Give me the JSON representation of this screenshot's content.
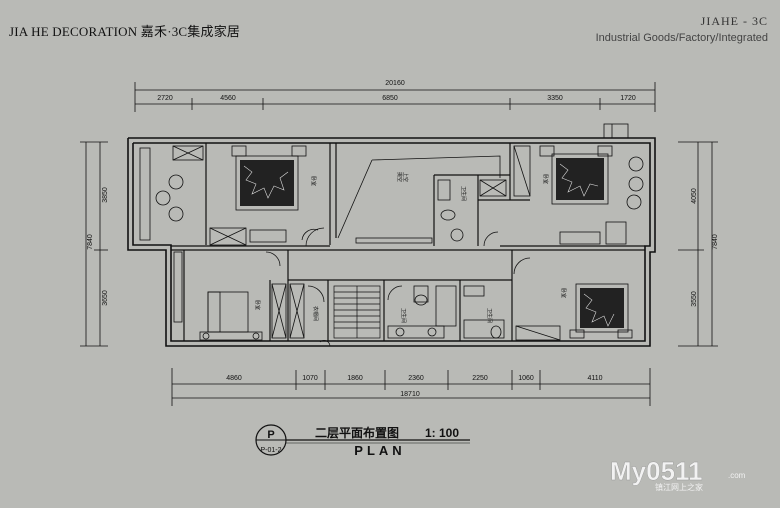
{
  "brand": {
    "company": "JIA HE DECORATION 嘉禾·3C集成家居",
    "short": "JIAHE - 3C",
    "tagline": "Industrial Goods/Factory/Integrated"
  },
  "dimensions": {
    "top_total": "20160",
    "top_segments": [
      "2720",
      "4560",
      "6850",
      "3350",
      "1720"
    ],
    "bottom_total": "18710",
    "bottom_segments": [
      "4860",
      "1070",
      "1860",
      "2360",
      "2250",
      "1060",
      "4110"
    ],
    "left_total": "7840",
    "left_segments": [
      "3850",
      "3650"
    ],
    "right_total": "7840",
    "right_segments": [
      "4050",
      "3550"
    ]
  },
  "rooms": {
    "r_top_bed1": "卧室",
    "r_top_bed2": "卧室",
    "r_bath_top": "卫生间",
    "r_bot_bed_left": "卧室",
    "r_closet": "衣帽间",
    "r_bath_bot": "卫生间",
    "r_bath_bot2": "卫生间",
    "r_bot_bed_right": "卧室",
    "r_void1": "挑空",
    "r_void2": "上空"
  },
  "title": {
    "badge_letter": "P",
    "badge_code": "P-01-2",
    "main": "二层平面布置图",
    "scale": "1: 100",
    "sub": "PLAN"
  },
  "watermark": {
    "logo": "My0511",
    "domain": ".com",
    "tagline": "镇江网上之家"
  },
  "colors": {
    "background": "#b9bab6",
    "line": "#111111",
    "watermark": "#f2f2f2"
  }
}
